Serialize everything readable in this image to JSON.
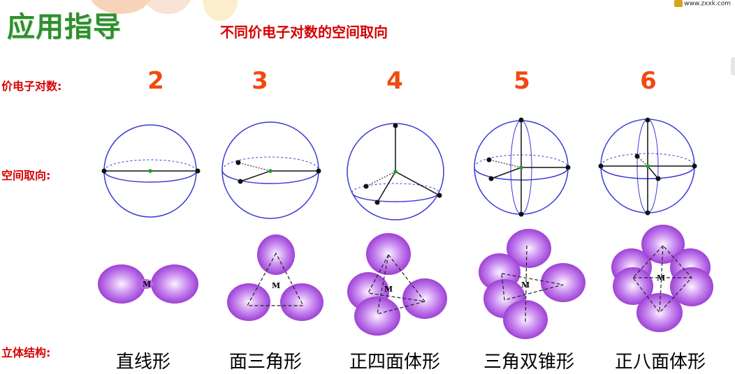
{
  "title": "应用指导",
  "subtitle": "不同价电子对数的空间取向",
  "watermark": "www.zxxk.com",
  "labels": {
    "pairs": "价电子对数:",
    "orientation": "空间取向:",
    "structure": "立体结构:"
  },
  "columns": [
    {
      "count": "2",
      "shape": "直线形"
    },
    {
      "count": "3",
      "shape": "面三角形"
    },
    {
      "count": "4",
      "shape": "正四面体形"
    },
    {
      "count": "5",
      "shape": "三角双锥形"
    },
    {
      "count": "6",
      "shape": "正八面体形"
    }
  ],
  "center_atom": "M",
  "colors": {
    "title": "#2f8f2f",
    "label": "#d80000",
    "number": "#f04a10",
    "sphere": "#3b3bd6",
    "center": "#1aa31a",
    "lobe": "#9b2fd6"
  }
}
